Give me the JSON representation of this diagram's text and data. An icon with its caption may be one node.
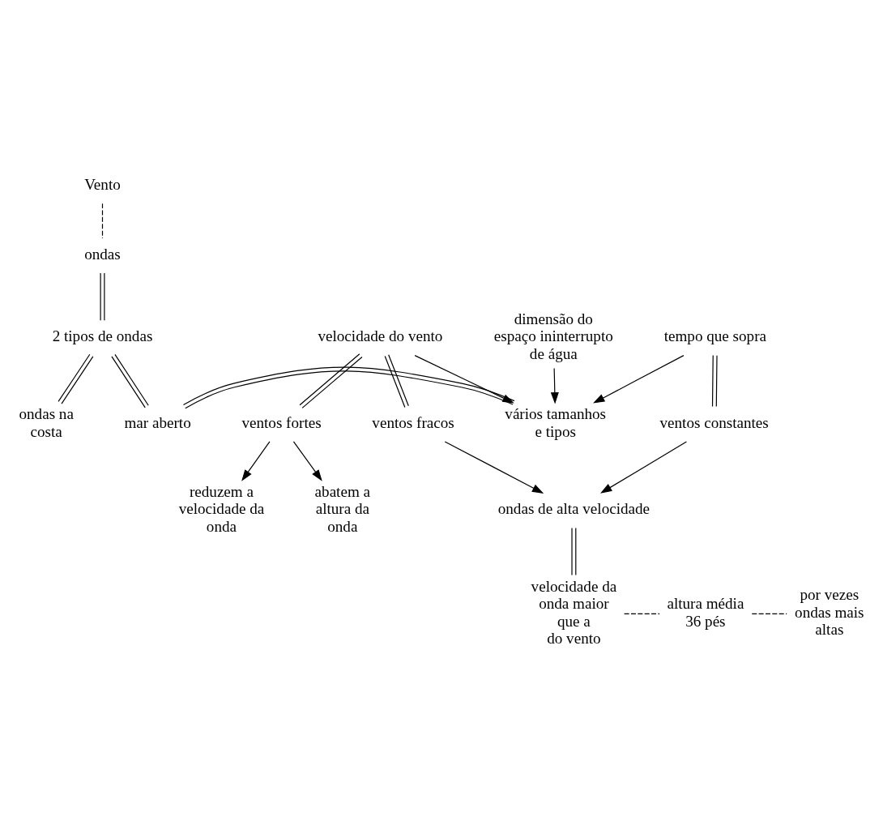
{
  "diagram": {
    "nodes": [
      {
        "text": [
          "Vento"
        ]
      },
      {
        "text": [
          "ondas"
        ]
      },
      {
        "text": [
          "2 tipos de ondas"
        ]
      },
      {
        "text": [
          "ondas na costa"
        ]
      },
      {
        "text": [
          "mar aberto"
        ]
      },
      {
        "text": [
          "vários tamanhos e tipos"
        ]
      },
      {
        "text": [
          "velocidade do vento"
        ]
      },
      {
        "text": [
          "tempo que sopra"
        ]
      },
      {
        "text": [
          "dimensão do espaço ininterrupto de água"
        ]
      },
      {
        "text": [
          "ventos fortes"
        ]
      },
      {
        "text": [
          "ventos fracos"
        ]
      },
      {
        "text": [
          "ventos constantes"
        ]
      },
      {
        "text": [
          "abatem a altura da onda"
        ]
      },
      {
        "text": [
          "reduzem a velocidade da onda"
        ]
      },
      {
        "text": [
          "ondas de alta velocidade"
        ]
      },
      {
        "text": [
          "velocidade da onda maior que a do vento"
        ]
      },
      {
        "text": [
          "altura média 36 pés"
        ]
      },
      {
        "text": [
          "por vezes ondas mais altas"
        ]
      }
    ],
    "edges": [
      {
        "from": 0,
        "to": 1,
        "arrow": "none",
        "style": "dashed"
      },
      {
        "from": 1,
        "to": 2,
        "arrow": "none"
      },
      {
        "from": 2,
        "to": 3,
        "arrow": "none"
      },
      {
        "from": 2,
        "to": 4,
        "arrow": "none"
      },
      {
        "from": 4,
        "to": 5,
        "arrow": "none"
      },
      {
        "from": 6,
        "to": 5,
        "arrow": "to"
      },
      {
        "from": 7,
        "to": 5,
        "arrow": "to"
      },
      {
        "from": 8,
        "to": 5,
        "arrow": "to"
      },
      {
        "from": 6,
        "to": 9,
        "arrow": "none"
      },
      {
        "from": 6,
        "to": 10,
        "arrow": "none"
      },
      {
        "from": 7,
        "to": 11,
        "arrow": "none"
      },
      {
        "from": 9,
        "to": 12,
        "arrow": "to"
      },
      {
        "from": 9,
        "to": 13,
        "arrow": "to"
      },
      {
        "from": 10,
        "to": 14,
        "arrow": "to"
      },
      {
        "from": 11,
        "to": 14,
        "arrow": "to"
      },
      {
        "from": 14,
        "to": 15,
        "arrow": "none"
      },
      {
        "from": 15,
        "to": 16,
        "arrow": "none",
        "style": "dashed"
      },
      {
        "from": 16,
        "to": 17,
        "arrow": "none",
        "style": "dashed"
      }
    ]
  }
}
